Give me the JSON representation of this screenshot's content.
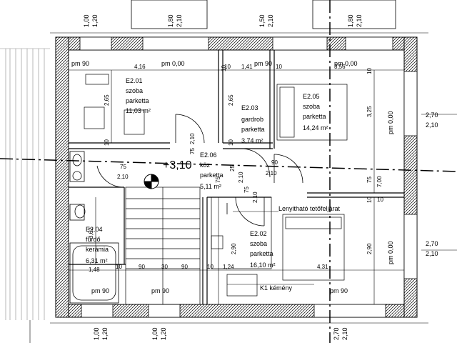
{
  "level_mark": "+3,10",
  "rooms": [
    {
      "id": "E2.01",
      "name": "szoba",
      "floor": "parketta",
      "area": "11,03 m²"
    },
    {
      "id": "E2.03",
      "name": "gardrob",
      "floor": "parketta",
      "area": "3,74 m²"
    },
    {
      "id": "E2.05",
      "name": "szoba",
      "floor": "parketta",
      "area": "14,24 m²"
    },
    {
      "id": "E2.06",
      "name": "köz",
      "floor": "parketta",
      "area": "5,11 m²"
    },
    {
      "id": "E2.04",
      "name": "fürdő",
      "floor": "kerámia",
      "area": "6,31 m²"
    },
    {
      "id": "E2.02",
      "name": "szoba",
      "floor": "parketta",
      "area": "16,10 m²"
    }
  ],
  "labels": {
    "attic_ladder": "Lenyitható tetőfeljárat",
    "chimney": "K1 kémény"
  },
  "floor_notes": [
    "pm 90",
    "pm 0,00",
    "pm 90",
    "pm 0,00",
    "pm 90",
    "pm 90",
    "pm 90",
    "pm 0,00",
    "pm 0,00"
  ],
  "dims_top_left": [
    "1,00",
    "1,20"
  ],
  "dims_top_w1": [
    "1,80",
    "2,10"
  ],
  "dims_top_w2": [
    "1,50",
    "2,10"
  ],
  "dims_top_w3": [
    "1,80",
    "2,10"
  ],
  "dims_bottom_1": [
    "1,00",
    "1,20"
  ],
  "dims_bottom_2": [
    "1,00",
    "1,20"
  ],
  "dims_bottom_3": [
    "2,70",
    "2,10"
  ],
  "dims_right_1": [
    "2,70",
    "2,10"
  ],
  "dims_right_2": [
    "2,70",
    "2,10"
  ],
  "dims_horizontal": [
    "4,16",
    "10",
    "1,41",
    "10",
    "3,56",
    "90",
    "30",
    "90",
    "10",
    "1,24",
    "4,31",
    "1,48",
    "10",
    "10"
  ],
  "dims_vertical": [
    "2,65",
    "2,65",
    "3,25",
    "3,62",
    "2,90",
    "2,90",
    "7,00",
    "10",
    "10",
    "10",
    "10",
    "75",
    "25",
    "10"
  ],
  "door_dims": [
    {
      "w": "75",
      "h": "2,10"
    },
    {
      "w": "90",
      "h": "2,10"
    },
    {
      "w": "75",
      "h": "2,10"
    },
    {
      "w": "75",
      "h": "2,10"
    },
    {
      "w": "75",
      "h": "2,10"
    }
  ]
}
